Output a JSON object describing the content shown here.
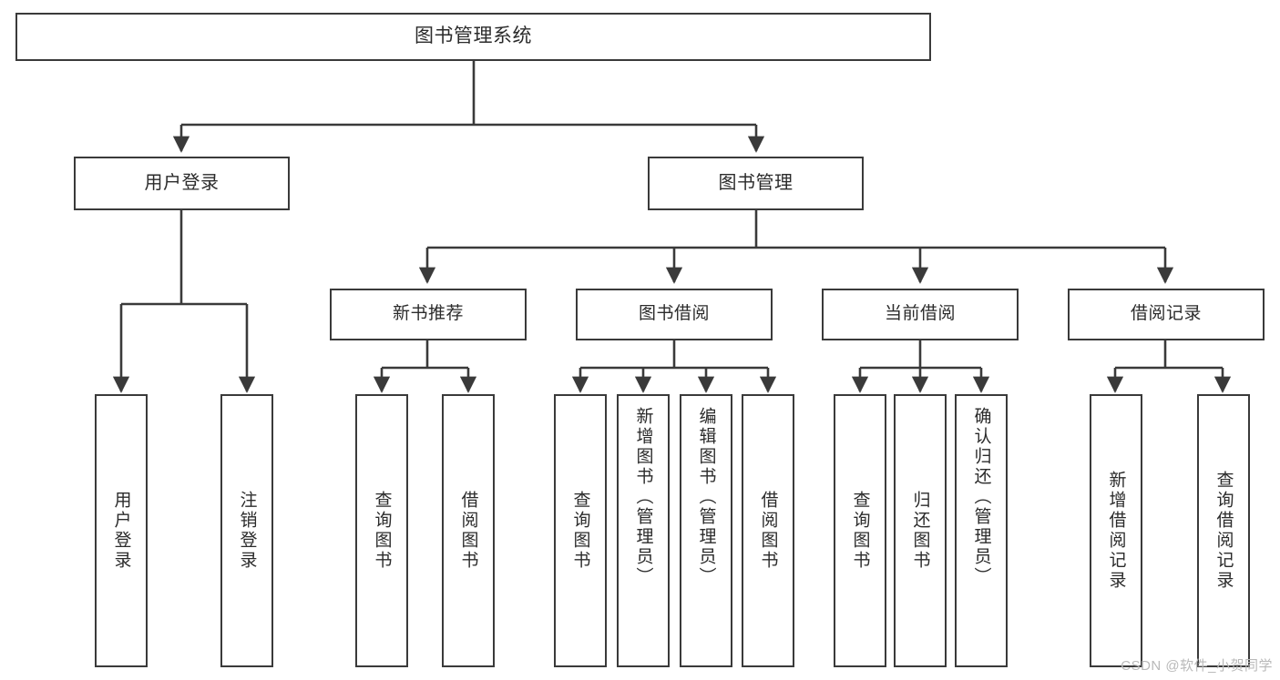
{
  "diagram": {
    "title": "图书管理系统",
    "watermark": "CSDN @软件_小贺同学",
    "colors": {
      "box_border": "#3a3a3a",
      "box_fill": "#ffffff",
      "edge": "#3a3a3a",
      "text": "#2b2b2b",
      "watermark": "#b9b9b9"
    },
    "root": {
      "label": "图书管理系统"
    },
    "level1": [
      {
        "label": "用户登录"
      },
      {
        "label": "图书管理"
      }
    ],
    "level2": [
      {
        "label": "新书推荐"
      },
      {
        "label": "图书借阅"
      },
      {
        "label": "当前借阅"
      },
      {
        "label": "借阅记录"
      }
    ],
    "leaves": {
      "user_login": [
        {
          "label": "用户登录"
        },
        {
          "label": "注销登录"
        }
      ],
      "new_book": [
        {
          "label": "查询图书"
        },
        {
          "label": "借阅图书"
        }
      ],
      "borrow_book": [
        {
          "label": "查询图书"
        },
        {
          "label": "新增图书（管理员）"
        },
        {
          "label": "编辑图书（管理员）"
        },
        {
          "label": "借阅图书"
        }
      ],
      "current_borrow": [
        {
          "label": "查询图书"
        },
        {
          "label": "归还图书"
        },
        {
          "label": "确认归还（管理员）"
        }
      ],
      "borrow_record": [
        {
          "label": "新增借阅记录"
        },
        {
          "label": "查询借阅记录"
        }
      ]
    }
  }
}
